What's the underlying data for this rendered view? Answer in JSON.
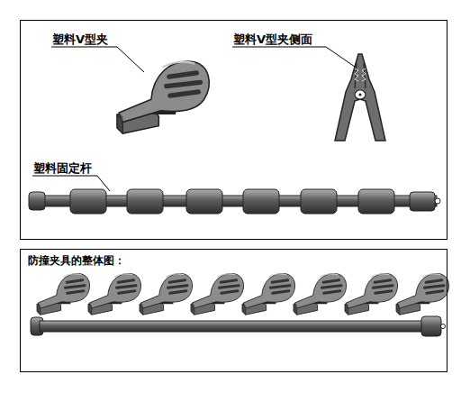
{
  "diagram": {
    "nodes": [
      {
        "text": [
          "防撞夹具的整体图："
        ]
      }
    ],
    "labels": [
      "塑料V型夹",
      "塑料V型夹侧面",
      "塑料固定杆"
    ]
  }
}
